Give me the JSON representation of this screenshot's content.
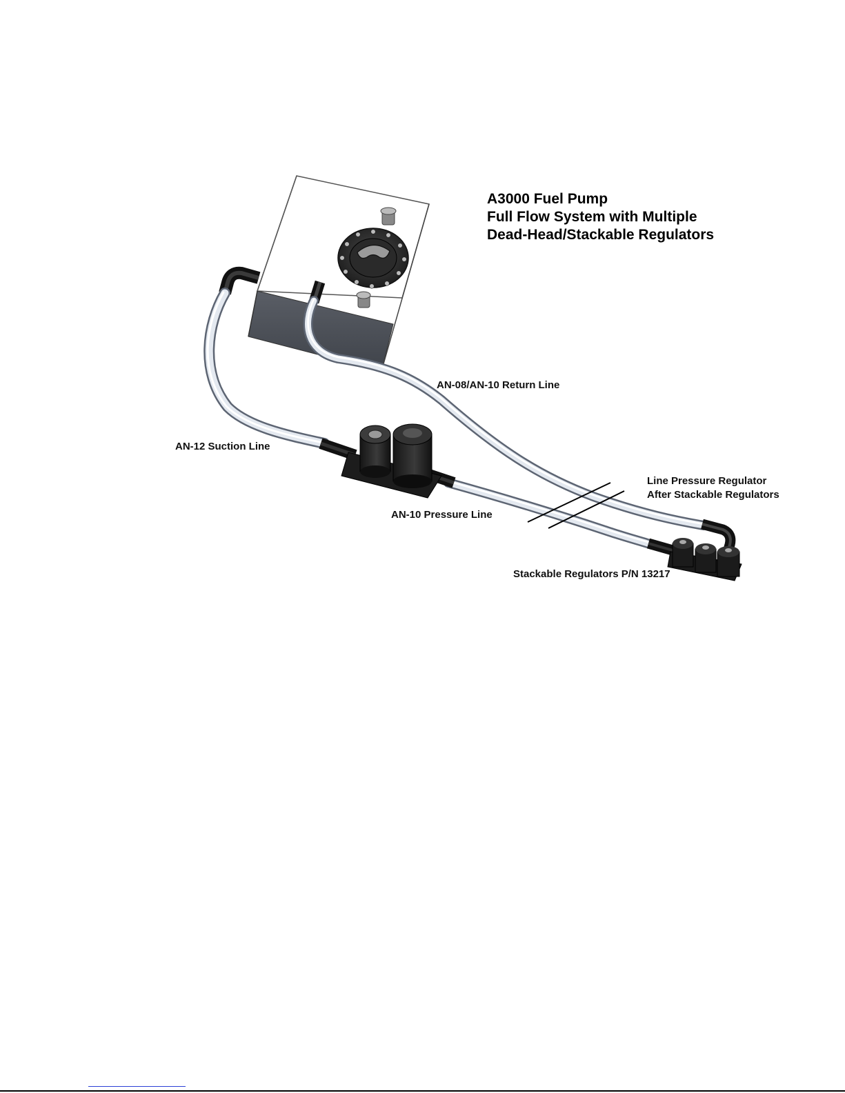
{
  "title": {
    "line1": "A3000 Fuel Pump",
    "line2": "Full Flow System with Multiple",
    "line3": "Dead-Head/Stackable Regulators"
  },
  "labels": {
    "return_line": "AN-08/AN-10 Return Line",
    "suction_line": "AN-12 Suction Line",
    "pressure_line": "AN-10 Pressure Line",
    "line_regulator_1": "Line Pressure Regulator",
    "line_regulator_2": "After Stackable Regulators",
    "stackable_regulators": "Stackable Regulators P/N 13217"
  }
}
